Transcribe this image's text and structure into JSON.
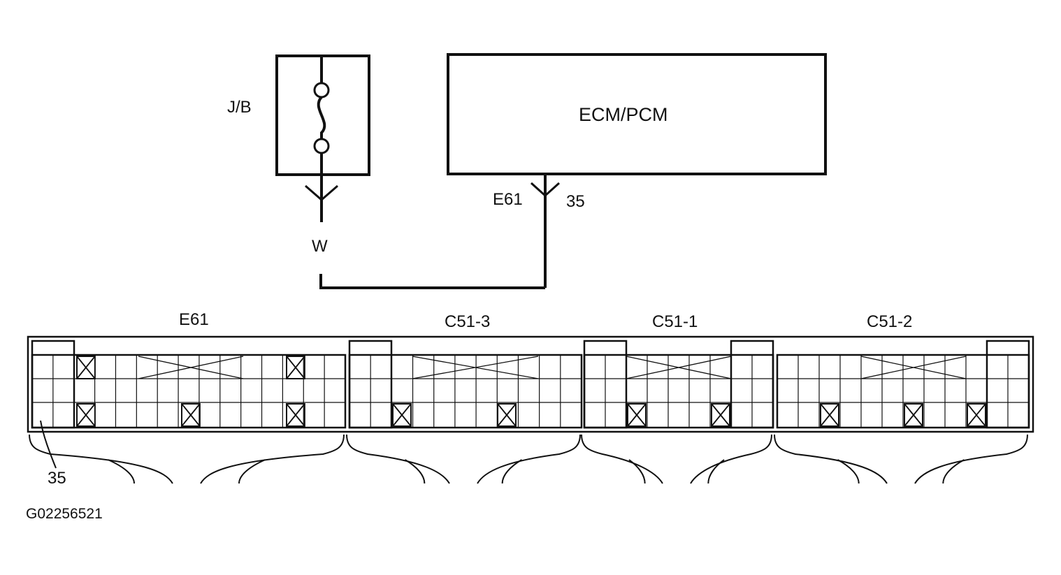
{
  "diagram": {
    "jb_label": "J/B",
    "ecm_label": "ECM/PCM",
    "wire_color": "W",
    "connector_ref": "E61",
    "pin_ref": "35",
    "figure_id": "G02256521"
  },
  "connectors": [
    {
      "label": "E61"
    },
    {
      "label": "C51-3"
    },
    {
      "label": "C51-1"
    },
    {
      "label": "C51-2"
    }
  ],
  "pin_callout": "35",
  "colors": {
    "line": "#111111",
    "background": "#ffffff"
  }
}
